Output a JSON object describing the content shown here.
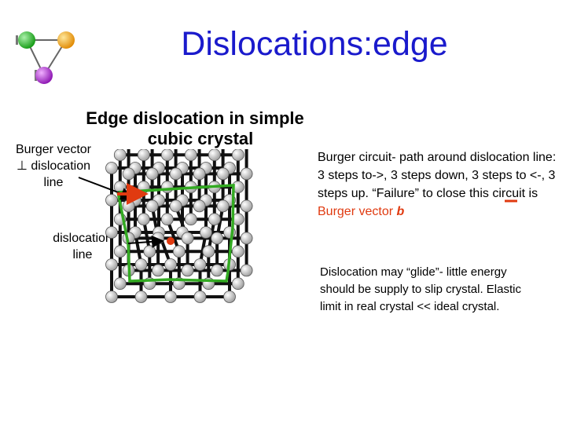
{
  "slide": {
    "title": "Dislocations:edge",
    "subtitle_line1": "Edge dislocation in simple",
    "subtitle_line2": "cubic crystal",
    "burger_label_line1": "Burger vector",
    "burger_label_line2": "⊥ dislocation",
    "burger_label_line3": "line",
    "dislocation_label_line1": "dislocation",
    "dislocation_label_line2": "line",
    "circuit_text_main": "Burger circuit- path around dislocation line: 3 steps to->, 3 steps down, 3 steps to <-, 3 steps up. “Failure” to close this circuit is ",
    "circuit_text_highlight": "Burger vector ",
    "circuit_text_symbol": "b",
    "glide_text": "Dislocation may “glide”- little energy should be supply to slip crystal. Elastic limit in real crystal << ideal crystal."
  },
  "colors": {
    "title": "#1a1acc",
    "highlight": "#e03a10",
    "circuit": "#33aa22",
    "atom": "#e8e8e8",
    "arrow": "#e03a10",
    "logo_green": "#22aa22",
    "logo_orange": "#f0a000",
    "logo_purple": "#aa22cc"
  },
  "icons": {
    "logo": "molecule-logo-icon",
    "crystal": "crystal-lattice-figure"
  }
}
